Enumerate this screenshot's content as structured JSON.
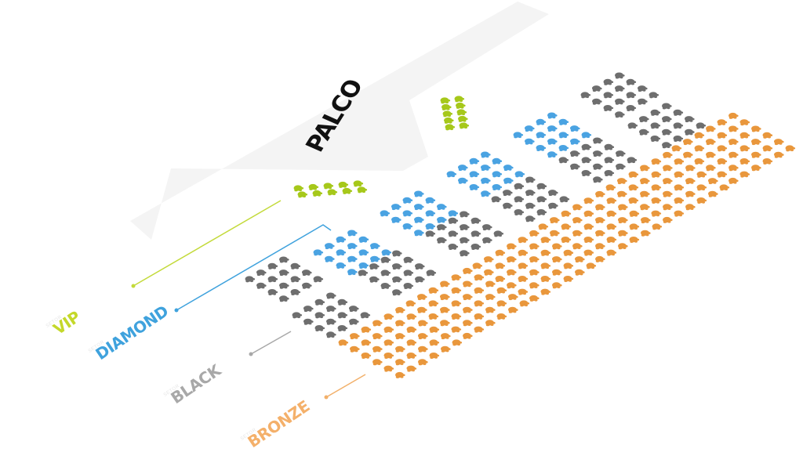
{
  "title": "Mapa de Setores",
  "stage": {
    "label": "PALCO"
  },
  "sector_prefix": "SETOR",
  "sectors": [
    {
      "key": "vip",
      "label": "VIP",
      "color": "#b8d42a"
    },
    {
      "key": "diamond",
      "label": "DIAMOND",
      "color": "#3fa2dd"
    },
    {
      "key": "black",
      "label": "BLACK",
      "color": "#a8a8a8"
    },
    {
      "key": "bronze",
      "label": "BRONZE",
      "color": "#f2a24e"
    }
  ],
  "seat_colors": {
    "vip": "#a6c81a",
    "diamond": "#4aa3e2",
    "black": "#6e6e6e",
    "bronze": "#e9973c"
  },
  "blocks": [
    {
      "sector": "vip",
      "name": "vip-front",
      "rows": 2,
      "cols": 5
    },
    {
      "sector": "vip",
      "name": "vip-side",
      "rows": 2,
      "cols": 5
    },
    {
      "sector": "diamond",
      "name": "diamond-1",
      "rows": 4,
      "cols": 4
    },
    {
      "sector": "diamond",
      "name": "diamond-2",
      "rows": 4,
      "cols": 4
    },
    {
      "sector": "diamond",
      "name": "diamond-3",
      "rows": 4,
      "cols": 4
    },
    {
      "sector": "diamond",
      "name": "diamond-4",
      "rows": 4,
      "cols": 4
    },
    {
      "sector": "black",
      "name": "black-1a",
      "rows": 4,
      "cols": 4
    },
    {
      "sector": "black",
      "name": "black-1b",
      "rows": 4,
      "cols": 4
    },
    {
      "sector": "black",
      "name": "black-2a",
      "rows": 4,
      "cols": 4
    },
    {
      "sector": "black",
      "name": "black-2b",
      "rows": 4,
      "cols": 4
    },
    {
      "sector": "black",
      "name": "black-3a",
      "rows": 4,
      "cols": 4
    },
    {
      "sector": "black",
      "name": "black-3b",
      "rows": 4,
      "cols": 4
    },
    {
      "sector": "black",
      "name": "black-4a",
      "rows": 4,
      "cols": 4
    },
    {
      "sector": "black",
      "name": "black-4b",
      "rows": 4,
      "cols": 4
    },
    {
      "sector": "bronze",
      "name": "bronze-1",
      "rows": 6,
      "cols": 6
    },
    {
      "sector": "bronze",
      "name": "bronze-2",
      "rows": 6,
      "cols": 6
    },
    {
      "sector": "bronze",
      "name": "bronze-3",
      "rows": 6,
      "cols": 6
    },
    {
      "sector": "bronze",
      "name": "bronze-4",
      "rows": 6,
      "cols": 6
    },
    {
      "sector": "bronze",
      "name": "bronze-5",
      "rows": 6,
      "cols": 6
    },
    {
      "sector": "bronze",
      "name": "bronze-6",
      "rows": 6,
      "cols": 6
    },
    {
      "sector": "bronze",
      "name": "bronze-7",
      "rows": 6,
      "cols": 6
    }
  ]
}
